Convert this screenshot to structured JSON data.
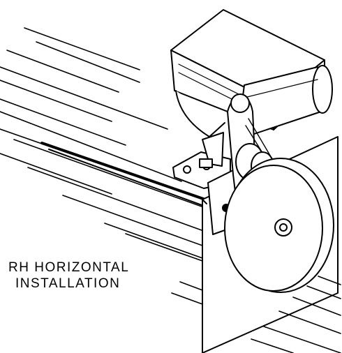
{
  "caption": {
    "line1": "RH HORIZONTAL",
    "line2": "INSTALLATION"
  },
  "drawing": {
    "subject": "garage door opener drive unit mounted at right-hand end of horizontal door track",
    "ink_color": "#000000",
    "paper_color": "#ffffff"
  }
}
